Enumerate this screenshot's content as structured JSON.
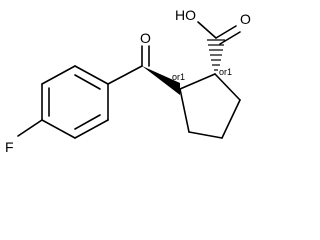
{
  "molecule": {
    "atoms": {
      "fluorine": "F",
      "ketone_oxygen": "O",
      "acid_group": "HO",
      "carboxyl_oxygen": "O"
    },
    "stereo_labels": {
      "ketone_carbon_center": "or1",
      "acid_carbon_center": "or1"
    }
  }
}
